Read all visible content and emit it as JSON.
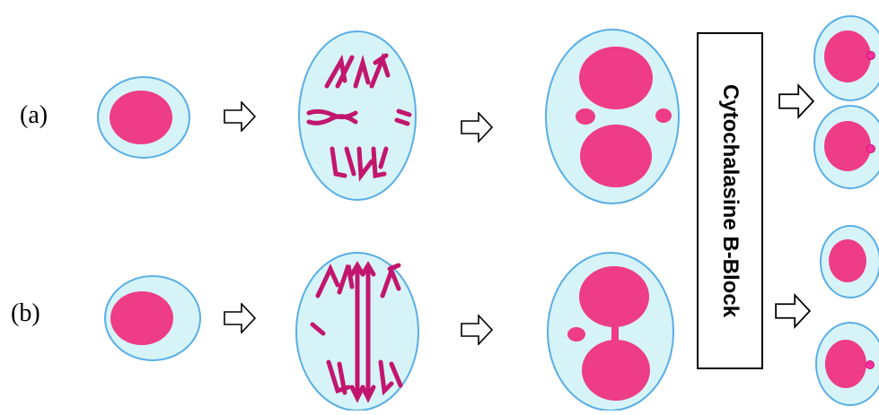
{
  "labels": {
    "row_a": "(a)",
    "row_b": "(b)"
  },
  "block_label": "Cytochalasine B-Block",
  "colors": {
    "cytoplasm": "#d6f4f8",
    "membrane": "#5aaee6",
    "nucleus": "#ee3c86",
    "chromosome": "#c2166e",
    "micronucleus_dot": "#ff2fa0"
  }
}
